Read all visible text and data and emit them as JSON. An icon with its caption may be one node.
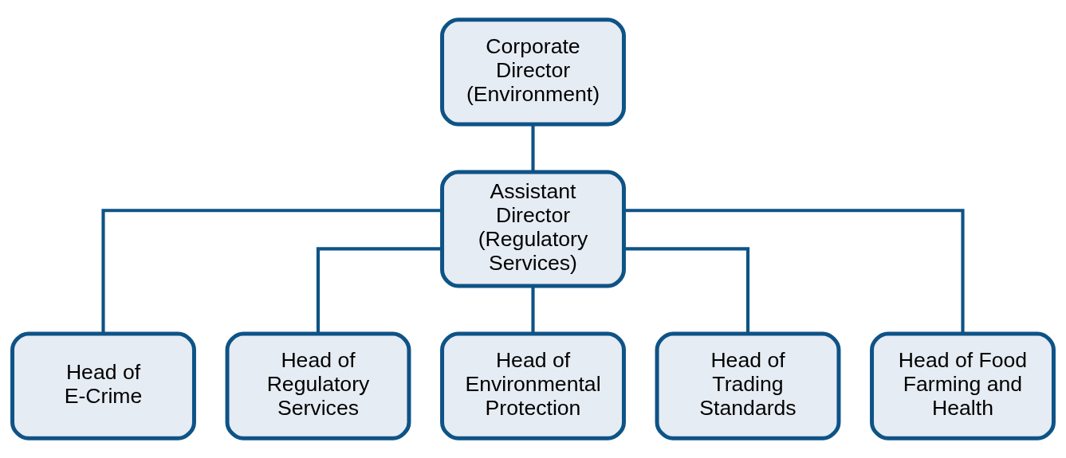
{
  "diagram": {
    "nodes": [
      {
        "text": [
          "Corporate Director (Environment)"
        ]
      },
      {
        "text": [
          "Assistant Director (Regulatory Services)"
        ]
      },
      {
        "text": [
          "Head of E-Crime"
        ]
      },
      {
        "text": [
          "Head of Regulatory Services"
        ]
      },
      {
        "text": [
          "Head of Environmental Protection"
        ]
      },
      {
        "text": [
          "Head of Trading Standards"
        ]
      },
      {
        "text": [
          "Head of Food Farming and Health"
        ]
      }
    ],
    "edges": [
      {
        "from": 0,
        "to": 1,
        "arrow": "none"
      },
      {
        "from": 1,
        "to": 2,
        "arrow": "none"
      },
      {
        "from": 1,
        "to": 3,
        "arrow": "none"
      },
      {
        "from": 1,
        "to": 4,
        "arrow": "none"
      },
      {
        "from": 1,
        "to": 5,
        "arrow": "none"
      },
      {
        "from": 1,
        "to": 6,
        "arrow": "none"
      }
    ]
  }
}
